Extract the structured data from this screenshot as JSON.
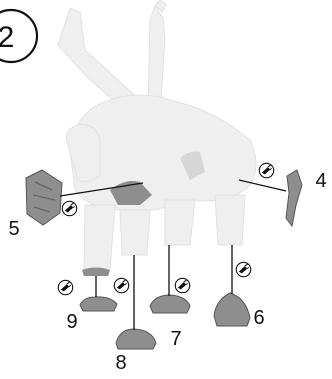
{
  "step": {
    "number": "2"
  },
  "parts": [
    {
      "id": "part-4",
      "label": "4"
    },
    {
      "id": "part-5",
      "label": "5"
    },
    {
      "id": "part-6",
      "label": "6"
    },
    {
      "id": "part-7",
      "label": "7"
    },
    {
      "id": "part-8",
      "label": "8"
    },
    {
      "id": "part-9",
      "label": "9"
    }
  ],
  "glue_icon": "glue-tube-icon",
  "colors": {
    "ink": "#111111",
    "model_light": "#efefef",
    "part_gray": "#8e8e8e"
  }
}
